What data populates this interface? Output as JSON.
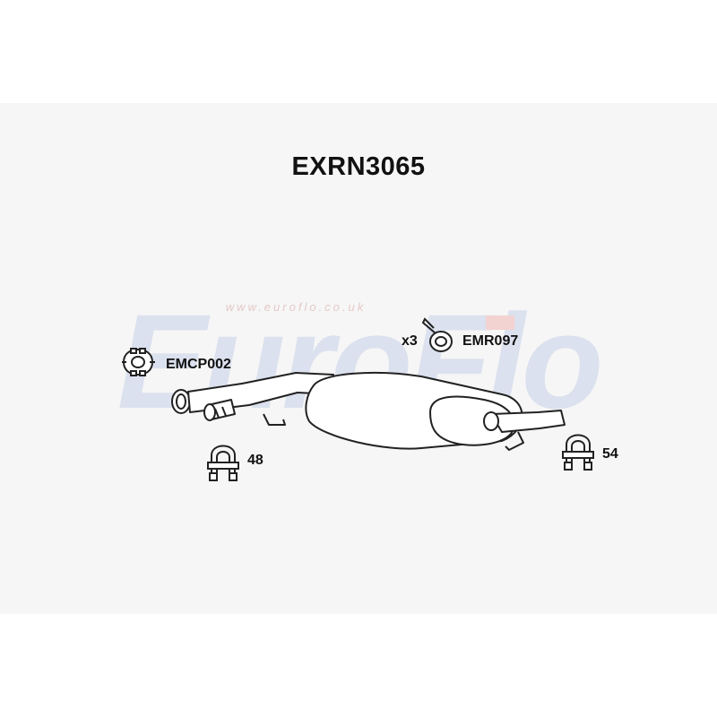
{
  "title": "EXRN3065",
  "watermark": {
    "brand": "EuroFlo",
    "tagline": "www.euroflo.co.uk"
  },
  "parts": [
    {
      "id": "clamp",
      "code": "EMCP002"
    },
    {
      "id": "rubber",
      "quantity": "x3",
      "code": "EMR097"
    },
    {
      "id": "ubolt-left",
      "size": "48"
    },
    {
      "id": "ubolt-right",
      "size": "54"
    }
  ],
  "colors": {
    "watermark_blue": "#dbe1ee",
    "watermark_red": "#f3d2d2",
    "line": "#222222"
  }
}
